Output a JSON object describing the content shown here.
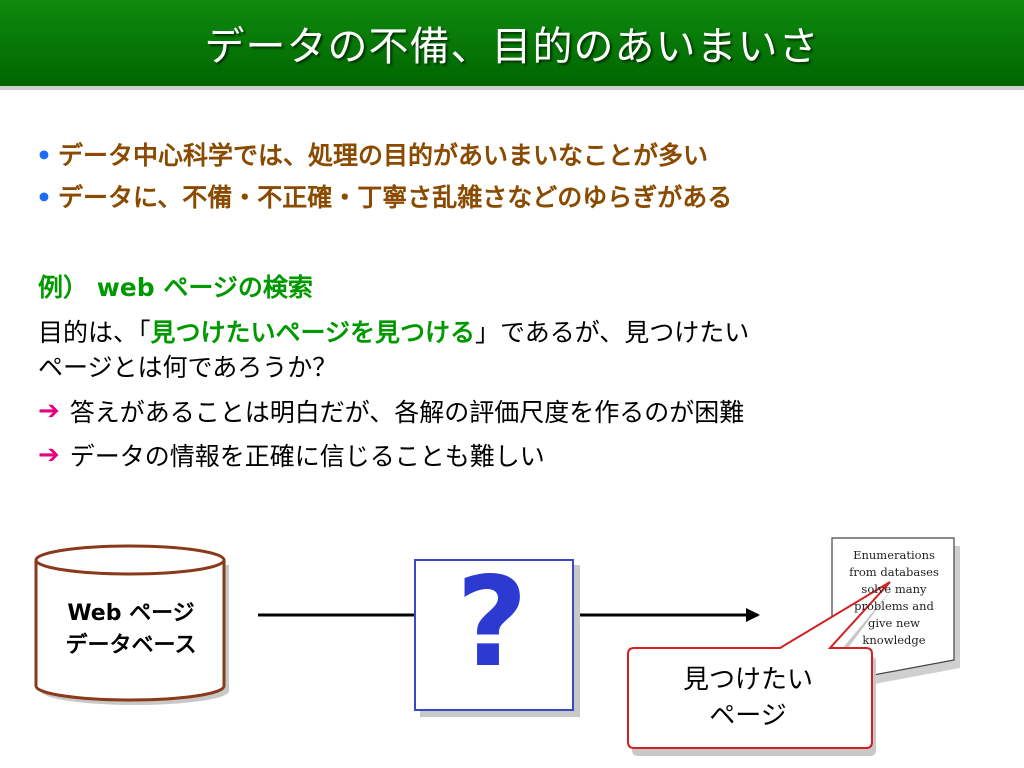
{
  "title": "データの不備、目的のあいまいさ",
  "bullets": [
    "データ中心科学では、処理の目的があいまいなことが多い",
    "データに、不備・不正確・丁寧さ乱雑さなどのゆらぎがある"
  ],
  "example": {
    "heading": "例） web ページの検索",
    "line1_pre": "目的は、「",
    "line1_highlight": "見つけたいページを見つける",
    "line1_post": "」であるが、見つけたい",
    "line2": "ページとは何であろうか？",
    "points": [
      "答えがあることは明白だが、各解の評価尺度を作るのが困難",
      "データの情報を正確に信じることも難しい"
    ]
  },
  "diagram": {
    "database_line1": "Web ページ",
    "database_line2": "データベース",
    "question_mark": "?",
    "doc_lines": [
      "Enumerations",
      "from databases",
      "solve many",
      "problems and",
      "give new",
      "knowledge"
    ],
    "callout_line1": "見つけたい",
    "callout_line2": "ページ"
  },
  "colors": {
    "title_bg": "#0a7a0a",
    "bullet_text": "#8a4a00",
    "highlight_green": "#009900",
    "arrow_pink": "#e6007e",
    "question_blue": "#2c3ad2",
    "cylinder_border": "#8a3a1a",
    "callout_border": "#d32020"
  }
}
